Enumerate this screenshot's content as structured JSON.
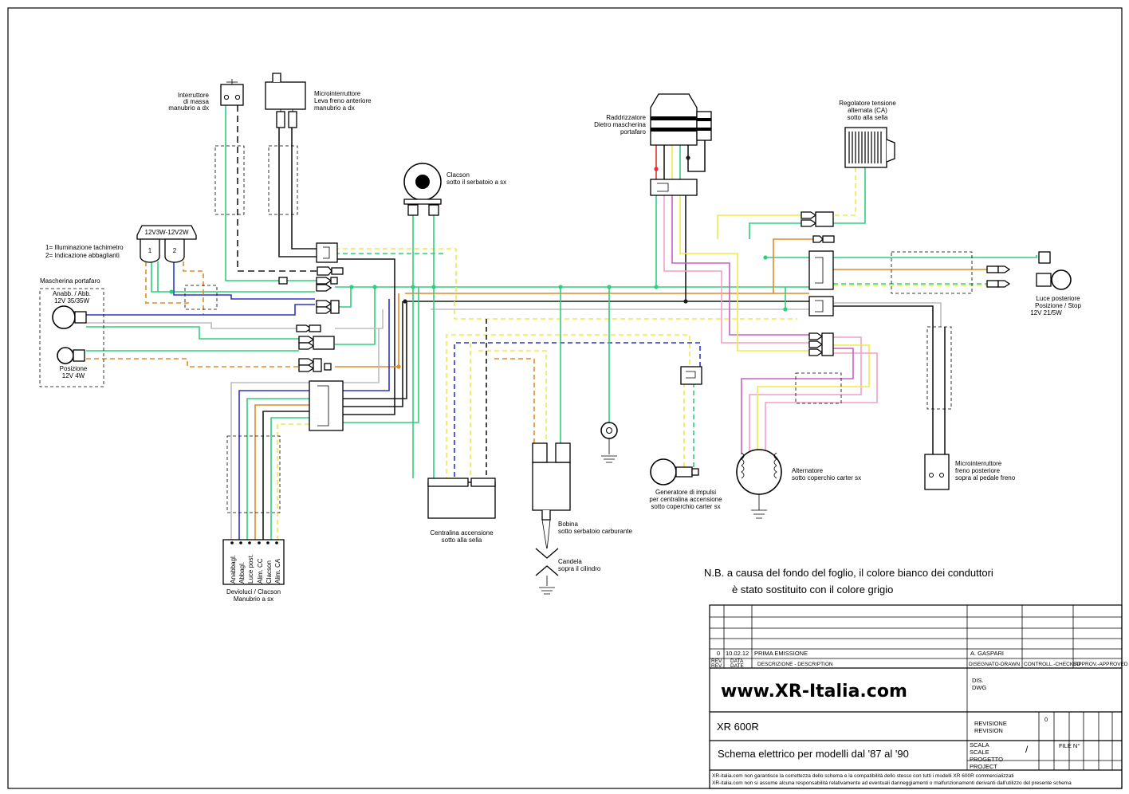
{
  "colors": {
    "green": "#2ecf7a",
    "yellow": "#f2e84a",
    "blue": "#2c37c8",
    "orange": "#e08a2a",
    "gray": "#bdbdbd",
    "pink": "#f0a0c8",
    "red": "#e03030",
    "black": "#1a1a1a",
    "violet": "#c860c8"
  },
  "components": {
    "interruttore_massa": [
      "Interruttore",
      "di massa",
      "manubrio a dx"
    ],
    "microinterruttore_leva": [
      "Microinterruttore",
      "Leva freno anteriore",
      "manubrio a dx"
    ],
    "clacson": [
      "Clacson",
      "sotto il serbatoio a sx"
    ],
    "raddrizzatore": [
      "Raddrizzatore",
      "Dietro mascherina",
      "portafaro"
    ],
    "regolatore": [
      "Regolatore tensione",
      "alternata (CA)",
      "sotto alla sella"
    ],
    "lamps_tag": "12V3W-12V2W",
    "lamp_num_1": "1",
    "lamp_num_2": "2",
    "legend_1": "1= Illuminazione tachimetro",
    "legend_2": "2= Indicazione abbaglianti",
    "mascherina_title": "Mascherina portafaro",
    "anabb": [
      "Anabb. / Abb.",
      "12V 35/35W"
    ],
    "posizione": [
      "Posizione",
      "12V 4W"
    ],
    "luce_posteriore": [
      "Luce posteriore",
      "Posizione / Stop",
      "12V 21/5W"
    ],
    "microinterruttore_freno": [
      "Microinterruttore",
      "freno posteriore",
      "sopra al pedale freno"
    ],
    "alternatore": [
      "Alternatore",
      "sotto coperchio carter sx"
    ],
    "generatore": [
      "Generatore di impulsi",
      "per centralina accensione",
      "sotto coperchio carter sx"
    ],
    "centralina": [
      "Centralina accensione",
      "sotto alla sella"
    ],
    "bobina": [
      "Bobina",
      "sotto serbatoio carburante"
    ],
    "candela": [
      "Candela",
      "sopra il cilindro"
    ],
    "devioluci_pins": [
      "Anabbagl.",
      "Abbagl.",
      "Luce post.",
      "Alim. CC",
      "Clacson",
      "Alim. CA"
    ],
    "devioluci": [
      "Devioluci / Clacson",
      "Manubrio a sx"
    ]
  },
  "note": [
    "N.B. a causa del fondo del foglio, il colore bianco dei conduttori",
    "è stato sostituito con il colore grigio"
  ],
  "title_block": {
    "rev": "0",
    "date": "10.02.12",
    "description": "PRIMA EMISSIONE",
    "drawn_by": "A. GASPARI",
    "rev_hdr": [
      "REV.",
      "REV."
    ],
    "date_hdr": [
      "DATA",
      "DATE"
    ],
    "desc_hdr": "DESCRIZIONE - DESCRIPTION",
    "drawn_hdr": "DISEGNATO-DRAWN",
    "checked_hdr": "CONTROLL.-CHECKED",
    "approved_hdr": "APPROV.-APPROVED",
    "website": "www.XR-Italia.com",
    "dis": [
      "DIS.",
      "DWG"
    ],
    "model": "XR 600R",
    "revisione": [
      "REVISIONE",
      "REVISION"
    ],
    "revision_value": "0",
    "title": "Schema elettrico per modelli dal '87 al '90",
    "scala": [
      "SCALA",
      "SCALE"
    ],
    "scale_value": "/",
    "file_label": "FILE N°",
    "progetto": [
      "PROGETTO",
      "PROJECT"
    ],
    "disclaimer_1": "XR-italia.com non garantisce la correttezza dello schema e la compatibilità dello stesso con tutti i modelli XR 600R commercializzati",
    "disclaimer_2": "XR-italia.com non si assume alcuna responsabilità relativamente ad eventuali danneggiamenti o malfunzionamenti derivanti dall'utilizzo del presente schema"
  }
}
